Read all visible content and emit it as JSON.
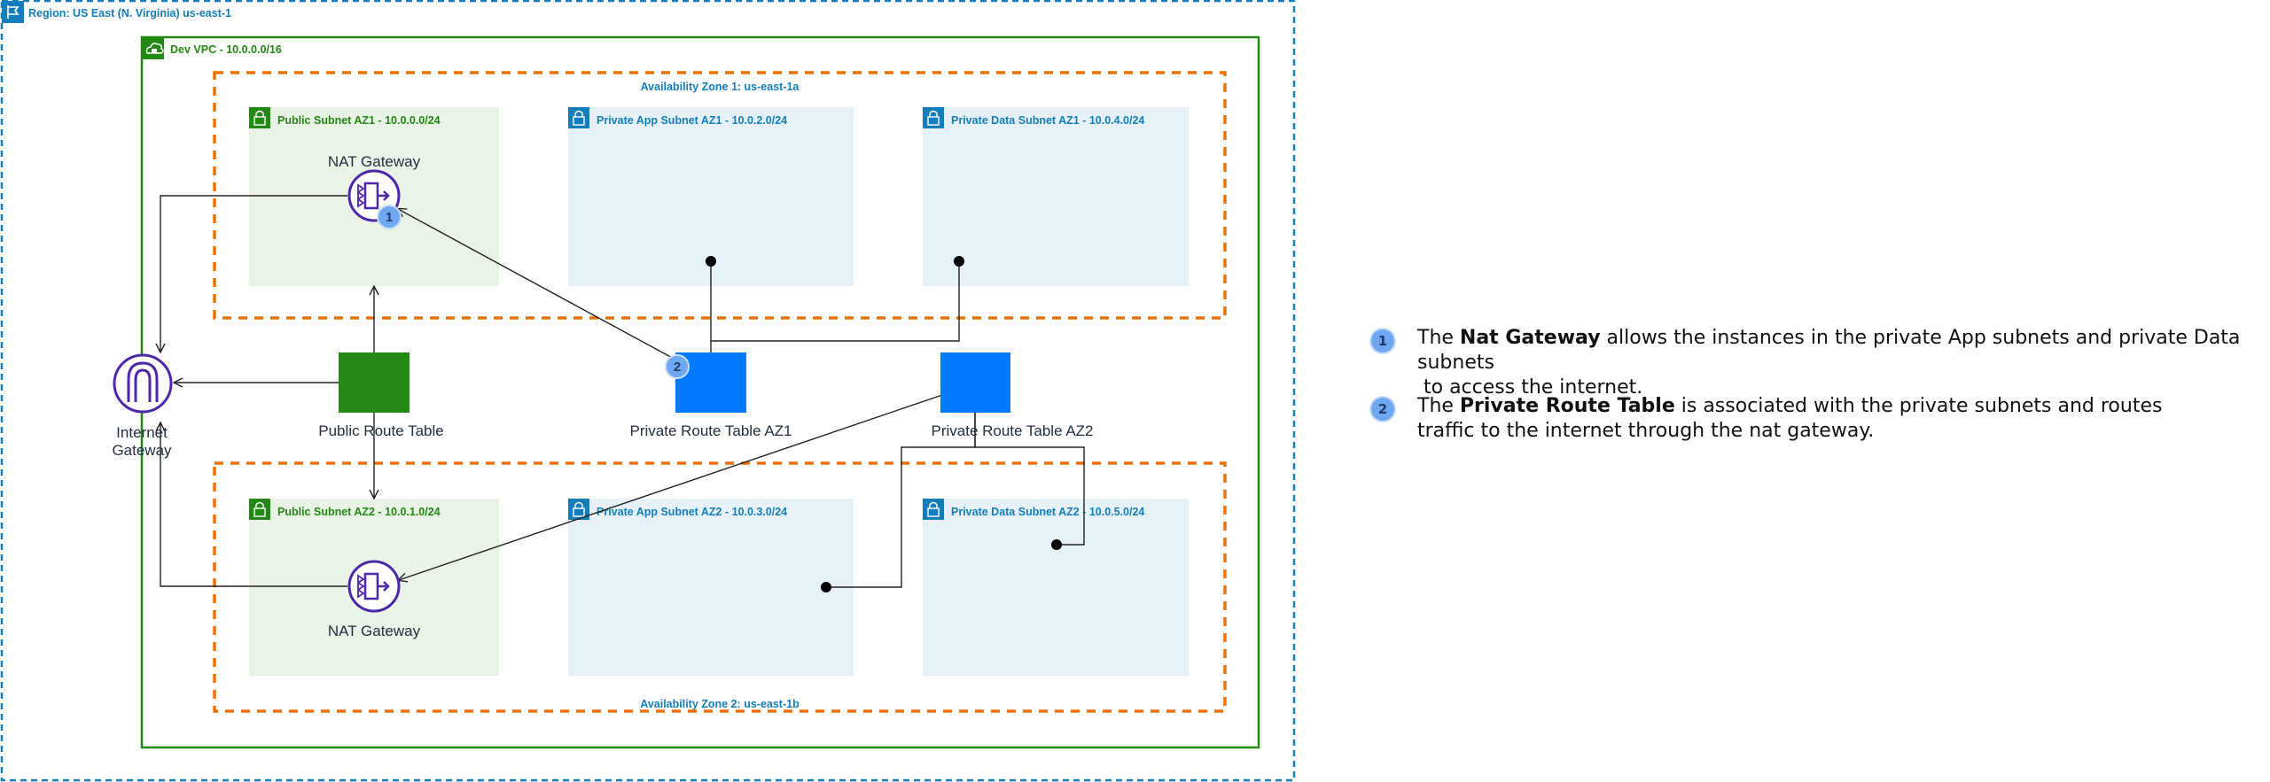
{
  "region": {
    "label": "Region: US East (N. Virginia) us-east-1"
  },
  "vpc": {
    "label": "Dev VPC - 10.0.0.0/16"
  },
  "az1": {
    "label": "Availability Zone 1: us-east-1a"
  },
  "az2": {
    "label": "Availability Zone 2: us-east-1b"
  },
  "subnets": {
    "public_az1": "Public Subnet AZ1 - 10.0.0.0/24",
    "private_app_az1": "Private App Subnet AZ1 - 10.0.2.0/24",
    "private_data_az1": "Private Data Subnet AZ1 - 10.0.4.0/24",
    "public_az2": "Public Subnet AZ2 - 10.0.1.0/24",
    "private_app_az2": "Private App Subnet AZ2  - 10.0.3.0/24",
    "private_data_az2": "Private Data Subnet AZ2  - 10.0.5.0/24"
  },
  "nodes": {
    "nat_gateway_1": "NAT Gateway",
    "nat_gateway_2": "NAT Gateway",
    "internet_gateway_line1": "Internet",
    "internet_gateway_line2": "Gateway",
    "public_route_table": "Public Route Table",
    "private_route_table_az1": "Private Route Table AZ1",
    "private_route_table_az2": "Private Route Table AZ2"
  },
  "badges": {
    "one": "1",
    "two": "2"
  },
  "legend": [
    {
      "badge": "1",
      "prefix": "The ",
      "bold": "Nat Gateway",
      "rest": " allows the instances in the private App subnets and private Data subnets",
      "line2": " to access the internet."
    },
    {
      "badge": "2",
      "prefix": "The ",
      "bold": "Private Route Table",
      "rest": " is associated with the private subnets and routes",
      "line2": "traffic to the internet through the nat gateway."
    }
  ],
  "colors": {
    "region_border": "#147eba",
    "vpc_border": "#248814",
    "az_border": "#ed7100",
    "public_subnet_fill": "#e9f3e6",
    "private_subnet_fill": "#e6f2f8",
    "public_route_table": "#248814",
    "private_route_table": "#007bff",
    "gateway_icon": "#4d27aa",
    "badge": "#6fa8f0"
  },
  "icons": {
    "region": "region-flag-icon",
    "vpc": "cloud-vpc-icon",
    "subnet": "padlock-icon",
    "nat": "nat-gateway-icon",
    "igw": "internet-gateway-icon"
  }
}
